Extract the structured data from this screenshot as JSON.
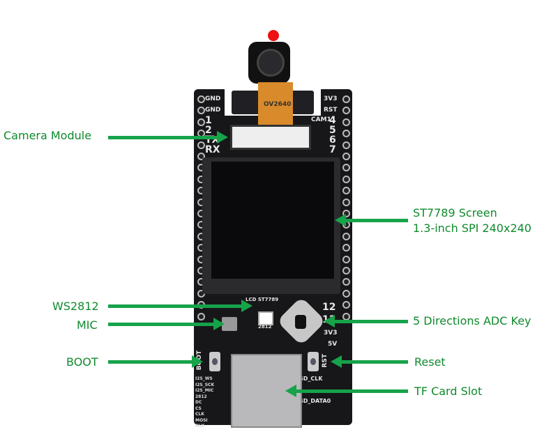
{
  "callouts": {
    "camera": "Camera Module",
    "screen_line1": "ST7789 Screen",
    "screen_line2": "1.3-inch SPI 240x240",
    "ws2812": "WS2812",
    "mic": "MIC",
    "boot": "BOOT",
    "adc_key": "5 Directions ADC Key",
    "reset": "Reset",
    "tf_card": "TF Card Slot"
  },
  "board": {
    "camera_model": "OV2640",
    "connector_label": "CAM1",
    "left_pins": [
      "GND",
      "GND",
      "1",
      "2",
      "TX",
      "RX"
    ],
    "right_pins": [
      "3V3",
      "RST",
      "4",
      "5",
      "6",
      "7"
    ],
    "lower_right_pins": [
      "12",
      "13",
      "3V3",
      "5V"
    ],
    "lcd_label": "LCD ST7789",
    "led_label": "2812",
    "boot_label": "BOOT",
    "rst_label": "RST",
    "sd_clk": "SD_CLK",
    "sd_data0": "SD_DATA0",
    "left_bottom": [
      "I2S_WS",
      "I2S_SCK",
      "I2S_MIC",
      "2812",
      "DC",
      "CS",
      "CLK",
      "MOSI",
      "BLK"
    ]
  },
  "colors": {
    "accent": "#16a34a",
    "label": "#0e8a2c"
  }
}
